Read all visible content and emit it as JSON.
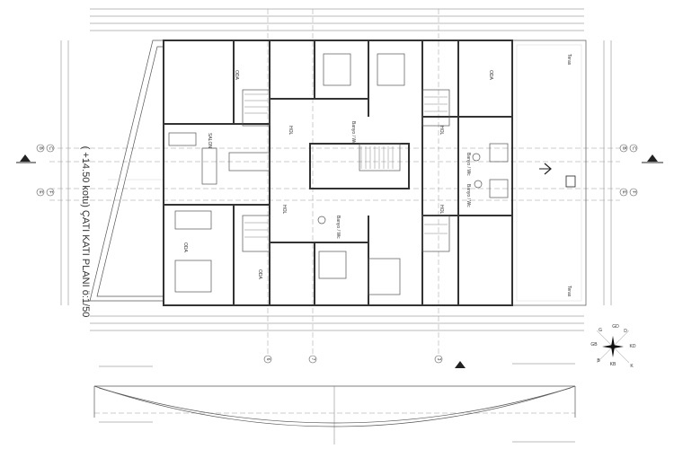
{
  "drawing": {
    "title": "( +14.50 kotu)  ÇATI KATI PLANI ö:1/50",
    "axes_left": [
      "B",
      "C",
      "E",
      "F"
    ],
    "axes_right": [
      "B",
      "C",
      "E",
      "F"
    ],
    "axes_bottom": [
      "6",
      "7",
      "3"
    ],
    "rooms": {
      "salon": "SALON",
      "oda_1": "ODA",
      "oda_2": "ODA",
      "oda_3": "ODA",
      "oda_4": "ODA",
      "banyo_1": "Banyo / Wc",
      "banyo_2": "Banyo / Wc",
      "banyo_3": "Banyo / Wc",
      "banyo_4": "Banyo / Wc",
      "hol_1": "HOL",
      "hol_2": "HOL",
      "hol_3": "HOL",
      "hol_4": "HOL",
      "teras_1": "Teras",
      "teras_2": "Teras"
    },
    "compass": [
      "K",
      "KD",
      "D",
      "GD",
      "G",
      "GB",
      "B",
      "KB"
    ]
  }
}
